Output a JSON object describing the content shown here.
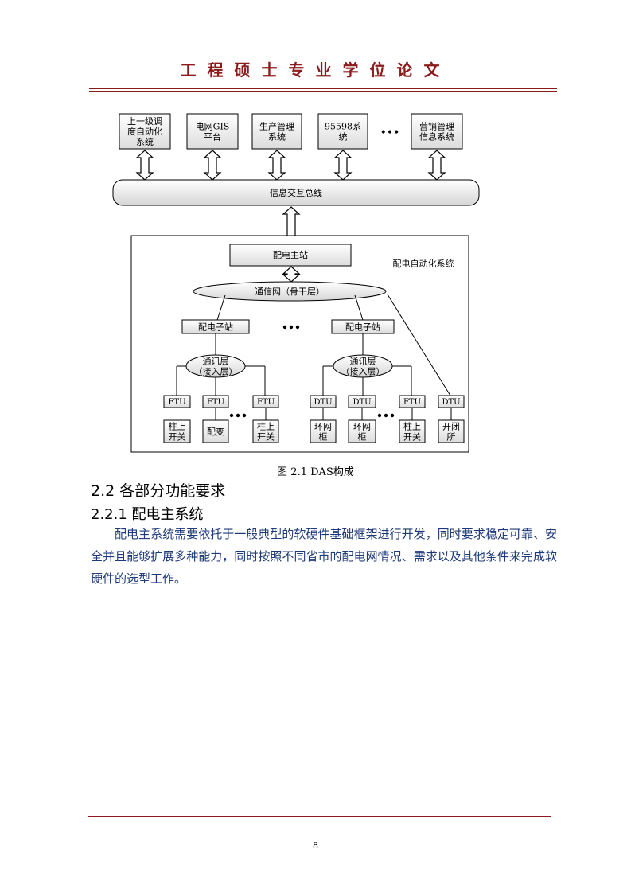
{
  "header": {
    "title": "工程硕士专业学位论文"
  },
  "diagram": {
    "top_systems": [
      "上一级调\n度自动化\n系统",
      "电网GIS\n平台",
      "生产管理\n系统",
      "95598系\n统",
      "营销管理\n信息系统"
    ],
    "ellipsis": "•••",
    "bus": "信息交互总线",
    "das_label": "配电自动化系统",
    "master": "配电主站",
    "backbone": "通信网（骨干层）",
    "sub_stations": [
      "配电子站",
      "配电子站"
    ],
    "access_layers": [
      "通讯层\n（接入层）",
      "通讯层\n（接入层）"
    ],
    "terminals": [
      "FTU",
      "FTU",
      "FTU",
      "DTU",
      "DTU",
      "FTU",
      "DTU"
    ],
    "devices": [
      "柱上\n开关",
      "配变",
      "柱上\n开关",
      "环网\n柜",
      "环网\n柜",
      "柱上\n开关",
      "开闭\n所"
    ]
  },
  "figure_caption": "图 2.1 DAS构成",
  "section": {
    "heading": "2.2 各部分功能要求"
  },
  "subsection": {
    "heading": "2.2.1 配电主系统"
  },
  "paragraph": "配电主系统需要依托于一般典型的软硬件基础框架进行开发，同时要求稳定可靠、安全并且能够扩展多种能力，同时按照不同省市的配电网情况、需求以及其他条件来完成软硬件的选型工作。",
  "footer": {
    "page_number": "8"
  }
}
